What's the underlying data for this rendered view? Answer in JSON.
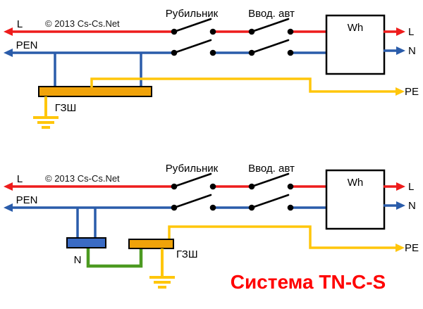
{
  "colors": {
    "phase_red": "#ee1c1c",
    "neutral_blue": "#2a5caa",
    "pe_yellow": "#ffc60b",
    "busbar_orange": "#f0a30a",
    "n_busbar_blue": "#3a6bc4",
    "jumper_green": "#4c9a21",
    "title_red": "#ff0000"
  },
  "top_circuit": {
    "copyright": "© 2013 Cs-Cs.Net",
    "phase_in": "L",
    "pen_in": "PEN",
    "disconnector": "Рубильник",
    "breaker": "Ввод. авт",
    "meter": "Wh",
    "phase_out": "L",
    "neutral_out": "N",
    "pe_out": "PE",
    "gzsh": "ГЗШ"
  },
  "bottom_circuit": {
    "copyright": "© 2013 Cs-Cs.Net",
    "phase_in": "L",
    "pen_in": "PEN",
    "disconnector": "Рубильник",
    "breaker": "Ввод. авт",
    "meter": "Wh",
    "phase_out": "L",
    "neutral_out": "N",
    "pe_out": "PE",
    "gzsh": "ГЗШ",
    "n_bus": "N"
  },
  "title": "Система TN-C-S"
}
